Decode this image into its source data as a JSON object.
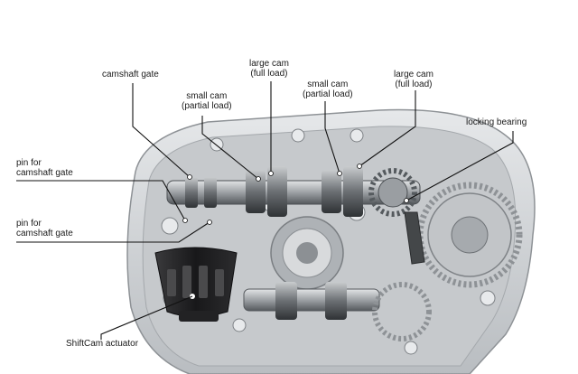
{
  "labels": {
    "camshaft_gate": "camshaft gate",
    "large_cam_1": [
      "large cam",
      "(full load)"
    ],
    "small_cam_1": [
      "small cam",
      "(partial load)"
    ],
    "small_cam_2": [
      "small cam",
      "(partial load)"
    ],
    "large_cam_2": [
      "large cam",
      "(full load)"
    ],
    "locking_bearing": "locking bearing",
    "pin_1": [
      "pin for",
      "camshaft gate"
    ],
    "pin_2": [
      "pin for",
      "camshaft gate"
    ],
    "actuator": "ShiftCam actuator"
  },
  "colors": {
    "housing": "#d4d6d8",
    "housing_dark": "#9ea2a6",
    "metal": "#b8bcc0",
    "actuator": "#1c1c1e",
    "leader": "#111111"
  }
}
